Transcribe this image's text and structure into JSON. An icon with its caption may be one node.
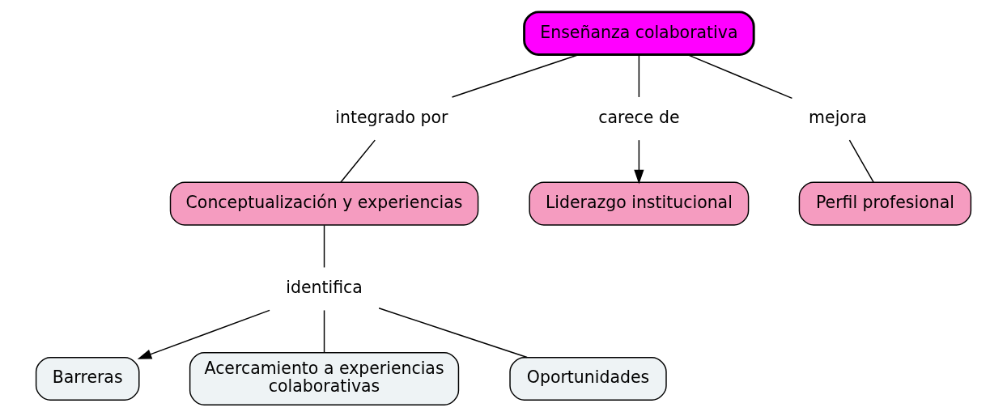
{
  "diagram": {
    "nodes": [
      {
        "text": [
          "Enseñanza colaborativa"
        ]
      },
      {
        "text": [
          "integrado por"
        ]
      },
      {
        "text": [
          "carece de"
        ]
      },
      {
        "text": [
          "Liderazgo institucional"
        ]
      },
      {
        "text": [
          "mejora"
        ]
      },
      {
        "text": [
          "Perfil profesional"
        ]
      },
      {
        "text": [
          "Conceptualización y experiencias"
        ]
      },
      {
        "text": [
          "identifica"
        ]
      },
      {
        "text": [
          "Barreras"
        ]
      },
      {
        "text": [
          "Acercamiento a experiencias colaborativas"
        ]
      },
      {
        "text": [
          "Oportunidades"
        ]
      }
    ],
    "edges": [
      {
        "from": 0,
        "to": 1,
        "arrow": "none"
      },
      {
        "from": 1,
        "to": 6,
        "arrow": "none"
      },
      {
        "from": 0,
        "to": 2,
        "arrow": "none"
      },
      {
        "from": 2,
        "to": 3,
        "arrow": "to"
      },
      {
        "from": 0,
        "to": 4,
        "arrow": "none"
      },
      {
        "from": 4,
        "to": 5,
        "arrow": "none"
      },
      {
        "from": 6,
        "to": 7,
        "arrow": "none"
      },
      {
        "from": 7,
        "to": 8,
        "arrow": "to"
      },
      {
        "from": 7,
        "to": 9,
        "arrow": "none"
      },
      {
        "from": 7,
        "to": 10,
        "arrow": "none"
      }
    ]
  }
}
